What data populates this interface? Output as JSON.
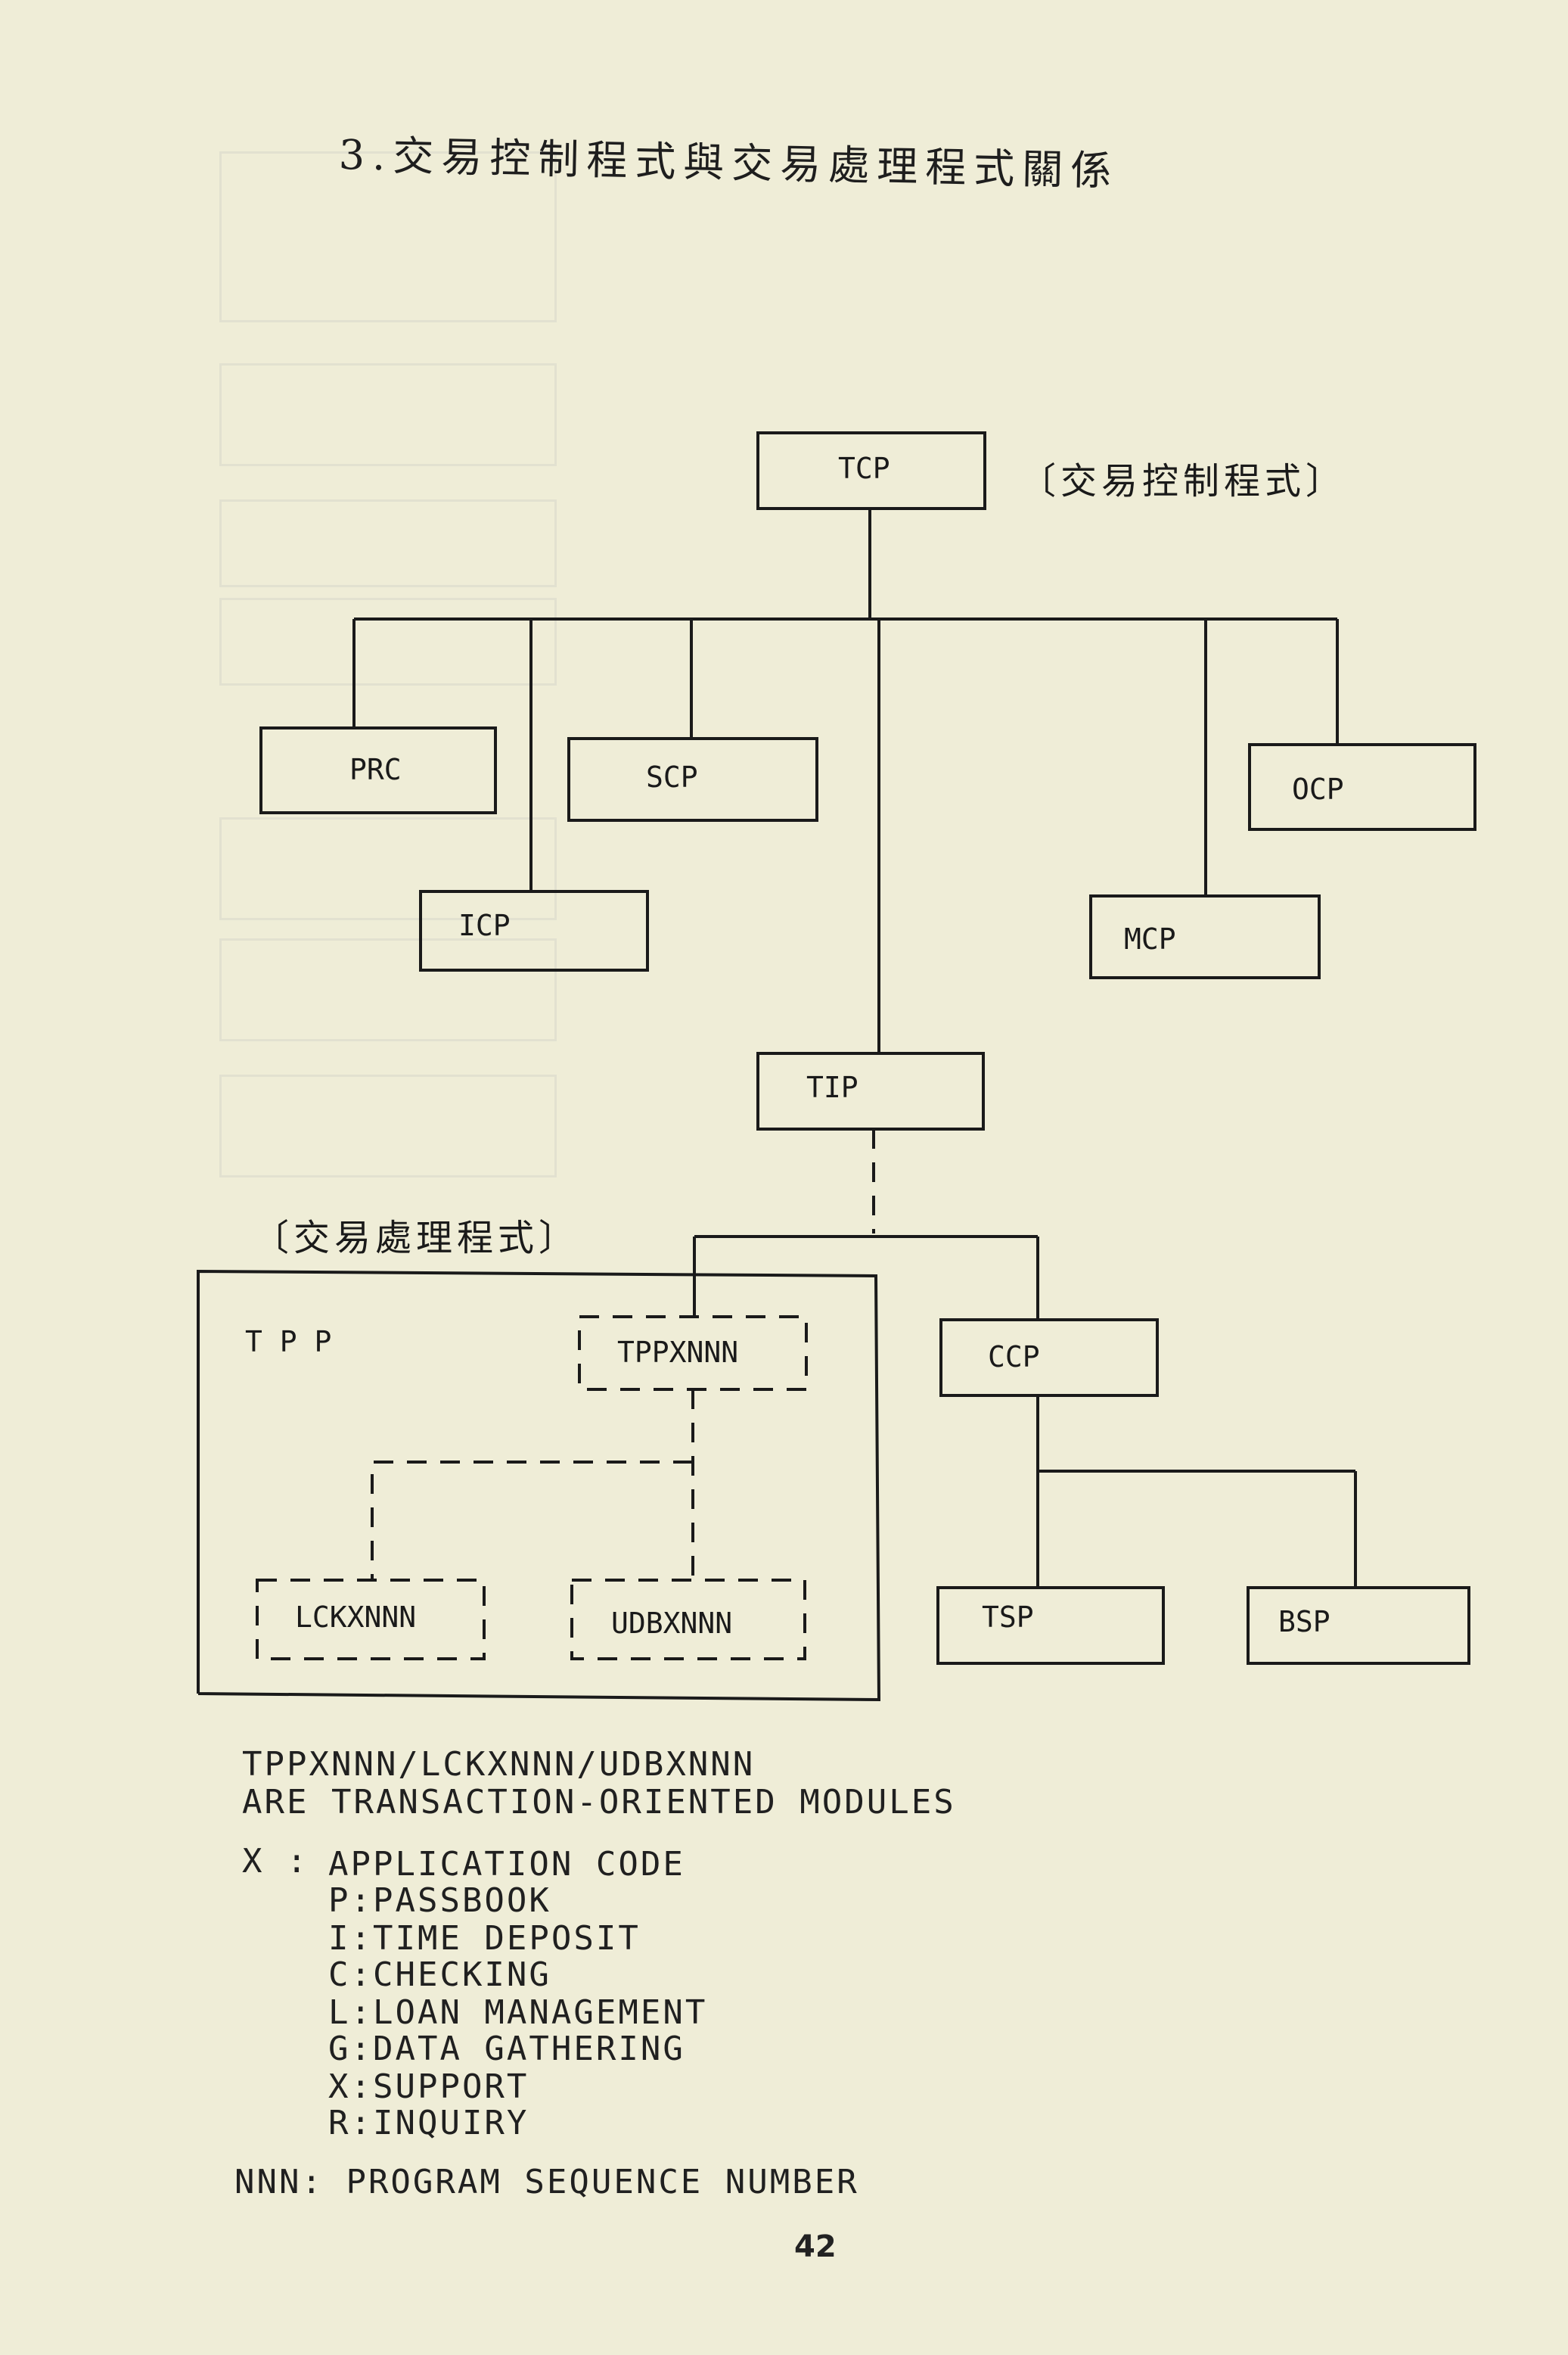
{
  "title": "3.交易控制程式與交易處理程式關係",
  "labels": {
    "tcp_note": "〔交易控制程式〕",
    "tpp_note": "〔交易處理程式〕"
  },
  "nodes": {
    "tcp": "TCP",
    "prc": "PRC",
    "scp": "SCP",
    "icp": "ICP",
    "ocp": "OCP",
    "mcp": "MCP",
    "tip": "TIP",
    "tpp_container": "T P P",
    "tppxnnn": "TPPXNNN",
    "lckxnnn": "LCKXNNN",
    "udbxnnn": "UDBXNNN",
    "ccp": "CCP",
    "tsp": "TSP",
    "bsp": "BSP"
  },
  "legend": {
    "line1": "TPPXNNN/LCKXNNN/UDBXNNN",
    "line2": "ARE TRANSACTION-ORIENTED MODULES",
    "x_prefix": "X :",
    "x_desc": "APPLICATION CODE",
    "codes": [
      "P:PASSBOOK",
      "I:TIME DEPOSIT",
      "C:CHECKING",
      "L:LOAN MANAGEMENT",
      "G:DATA GATHERING",
      "X:SUPPORT",
      "R:INQUIRY"
    ],
    "nnn": "NNN: PROGRAM SEQUENCE NUMBER"
  },
  "page_number": "42",
  "colors": {
    "paper": "#efedd7",
    "ink": "#1a1a1a"
  }
}
